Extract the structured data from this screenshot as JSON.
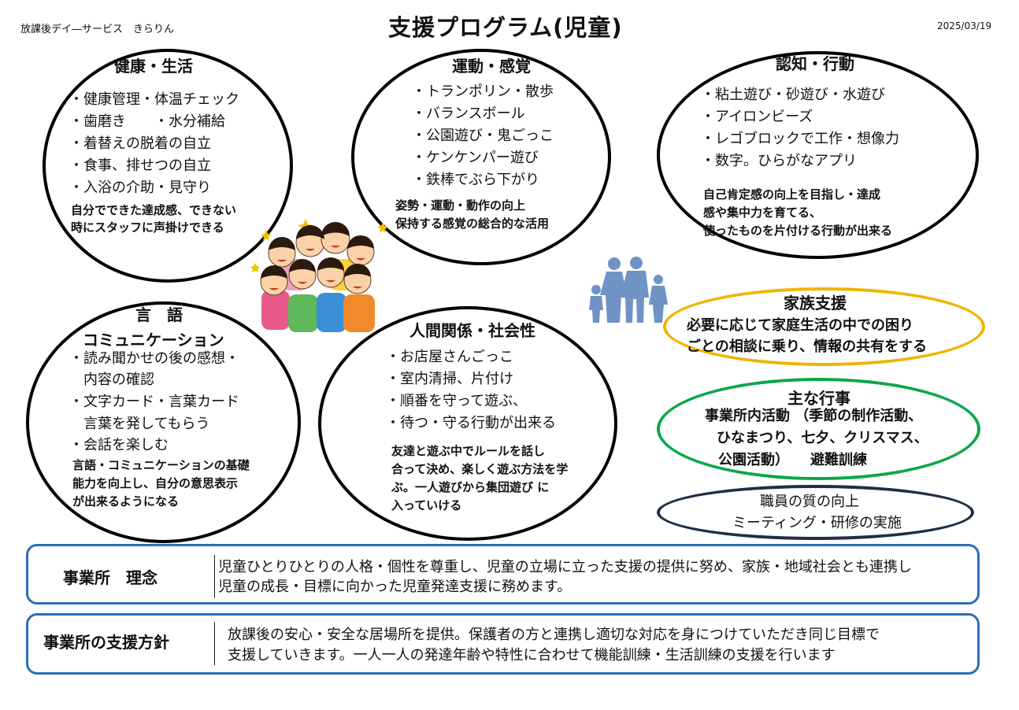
{
  "header": {
    "org": "放課後デイ―サービス　きらりん",
    "title": "支援プログラム(児童)",
    "date": "2025/03/19"
  },
  "health": {
    "heading": "健康・生活",
    "items": [
      "・健康管理・体温チェック",
      "・歯磨き　　・水分補給",
      "・着替えの脱着の自立",
      "・食事、排せつの自立",
      "・入浴の介助・見守り"
    ],
    "note": [
      "自分でできた達成感、できない",
      "時にスタッフに声掛けできる"
    ]
  },
  "motor": {
    "heading": "運動・感覚",
    "items": [
      "・トランポリン・散歩",
      "・バランスボール",
      "・公園遊び・鬼ごっこ",
      "・ケンケンパー遊び",
      "・鉄棒でぶら下がり"
    ],
    "note": [
      "姿勢・運動・動作の向上",
      "保持する感覚の総合的な活用"
    ]
  },
  "cognitive": {
    "heading": "認知・行動",
    "items": [
      "・粘土遊び・砂遊び・水遊び",
      "・アイロンビーズ",
      "・レゴブロックで工作・想像力",
      "・数字。ひらがなアプリ"
    ],
    "note": [
      "自己肯定感の向上を目指し・達成",
      "感や集中力を育てる、",
      "使ったものを片付ける行動が出来る"
    ]
  },
  "language": {
    "heading1": "言　語",
    "heading2": "コミュニケーション",
    "items": [
      "・読み聞かせの後の感想・",
      "　内容の確認",
      "・文字カード・言葉カード",
      "　言葉を発してもらう",
      "・会話を楽しむ"
    ],
    "note": [
      "言語・コミュニケーションの基礎",
      "能力を向上し、自分の意思表示",
      "が出来るようになる"
    ]
  },
  "social": {
    "heading": "人間関係・社会性",
    "items": [
      "・お店屋さんごっこ",
      "・室内清掃、片付け",
      "・順番を守って遊ぶ、",
      "・待つ・守る行動が出来る"
    ],
    "note": [
      "友達と遊ぶ中でルールを話し",
      "合って決め、楽しく遊ぶ方法を学",
      "ぶ。一人遊びから集団遊び に",
      "入っていける"
    ]
  },
  "family": {
    "heading": "家族支援",
    "lines": [
      "必要に応じて家庭生活の中での困り",
      "ごとの相談に乗り、情報の共有をする"
    ]
  },
  "events": {
    "heading": "主な行事",
    "lines": [
      "事業所内活動 （季節の制作活動、",
      "ひなまつり、七夕、クリスマス、",
      "公園活動）　　避難訓練"
    ]
  },
  "staff": {
    "heading": "職員の質の向上",
    "line": "ミーティング・研修の実施"
  },
  "philosophy": {
    "label": "事業所　理念",
    "lines": [
      "児童ひとりひとりの人格・個性を尊重し、児童の立場に立った支援の提供に努め、家族・地域社会とも連携し",
      "児童の成長・目標に向かった児童発達支援に務めます。"
    ]
  },
  "policy": {
    "label": "事業所の支援方針",
    "lines": [
      "放課後の安心・安全な居場所を提供。保護者の方と連携し適切な対応を身につけていただき同じ目標で",
      "支援していきます。一人一人の発達年齢や特性に合わせて機能訓練・生活訓練の支援を行います"
    ]
  },
  "colors": {
    "family_border": "#f0b400",
    "events_border": "#0aa84a",
    "staff_border": "#1e2f45",
    "box_border": "#2a6fb8",
    "silhouette": "#6f93c4"
  },
  "icons": [
    "children-group-illustration",
    "family-silhouette-icon"
  ]
}
